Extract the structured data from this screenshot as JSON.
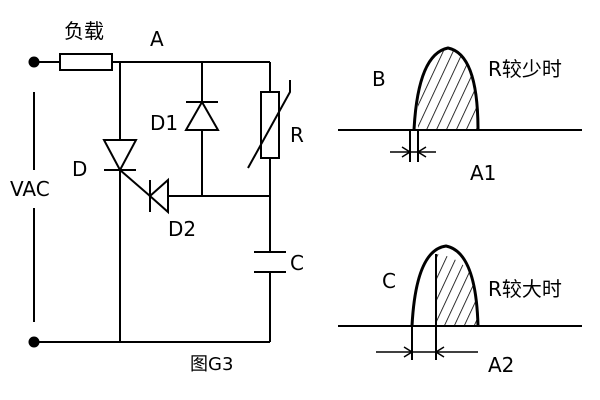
{
  "labels": {
    "load": "负载",
    "node_a": "A",
    "d1": "D1",
    "r": "R",
    "d": "D",
    "vac": "VAC",
    "d2": "D2",
    "c": "C",
    "caption": "图G3"
  },
  "waveform_top": {
    "label": "B",
    "caption": "R较少时",
    "angle_label": "A1"
  },
  "waveform_bottom": {
    "label": "C",
    "caption": "R较大时",
    "angle_label": "A2"
  },
  "colors": {
    "stroke": "#000000",
    "background": "#ffffff"
  }
}
